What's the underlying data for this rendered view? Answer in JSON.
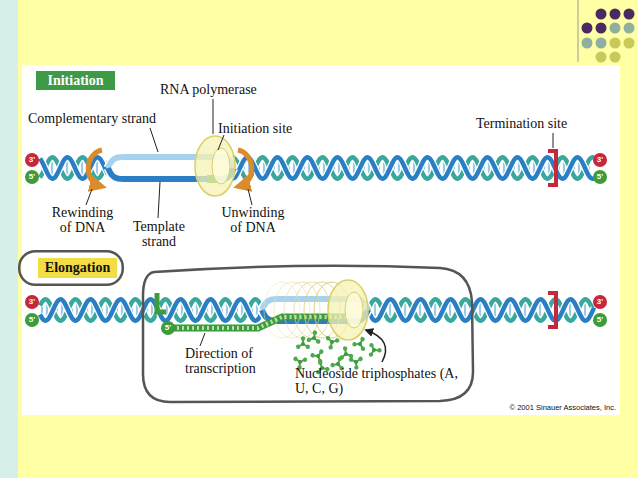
{
  "diagram": {
    "nodes": [
      {
        "text": [
          "Initiation"
        ]
      },
      {
        "text": [
          "3'"
        ]
      },
      {
        "text": [
          "5'"
        ]
      },
      {
        "text": [
          "3'"
        ]
      },
      {
        "text": [
          "5'"
        ]
      },
      {
        "text": [
          "Elongation"
        ]
      },
      {
        "text": [
          "3'"
        ]
      },
      {
        "text": [
          "5'"
        ]
      },
      {
        "text": [
          "Direction of transcription",
          "Nucleoside triphosphates (A, U, C, G)"
        ]
      },
      {
        "text": [
          "5'"
        ],
        "in": 8
      },
      {
        "text": [
          "3'"
        ]
      },
      {
        "text": [
          "5'"
        ]
      }
    ],
    "labels": [
      "RNA polymerase",
      "Complementary strand",
      "Initiation site",
      "Termination site",
      "Rewinding of DNA",
      "Template strand",
      "Unwinding of DNA",
      "© 2001 Sinauer Associates, Inc."
    ]
  }
}
